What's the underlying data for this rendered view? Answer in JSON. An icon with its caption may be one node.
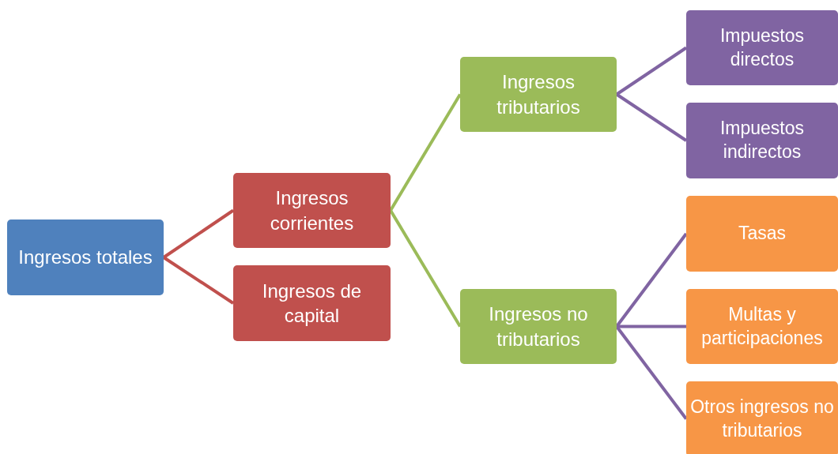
{
  "diagram": {
    "nodes": [
      {
        "text": [
          "Ingresos totales"
        ]
      },
      {
        "text": [
          "Ingresos corrientes"
        ]
      },
      {
        "text": [
          "Ingresos de capital"
        ]
      },
      {
        "text": [
          "Ingresos tributarios"
        ]
      },
      {
        "text": [
          "Ingresos no tributarios"
        ]
      },
      {
        "text": [
          "Impuestos directos"
        ]
      },
      {
        "text": [
          "Impuestos indirectos"
        ]
      },
      {
        "text": [
          "Tasas"
        ]
      },
      {
        "text": [
          "Multas y participaciones"
        ]
      },
      {
        "text": [
          "Otros ingresos no tributarios"
        ]
      }
    ],
    "edges": [
      {
        "from": 0,
        "to": 1,
        "arrow": "none",
        "color": "#c0504d"
      },
      {
        "from": 0,
        "to": 2,
        "arrow": "none",
        "color": "#c0504d"
      },
      {
        "from": 1,
        "to": 3,
        "arrow": "none",
        "color": "#9bbb59"
      },
      {
        "from": 1,
        "to": 4,
        "arrow": "none",
        "color": "#9bbb59"
      },
      {
        "from": 3,
        "to": 5,
        "arrow": "none"
      },
      {
        "from": 3,
        "to": 6,
        "arrow": "none"
      },
      {
        "from": 4,
        "to": 7,
        "arrow": "none"
      },
      {
        "from": 4,
        "to": 8,
        "arrow": "none"
      },
      {
        "from": 4,
        "to": 9,
        "arrow": "none"
      }
    ]
  }
}
